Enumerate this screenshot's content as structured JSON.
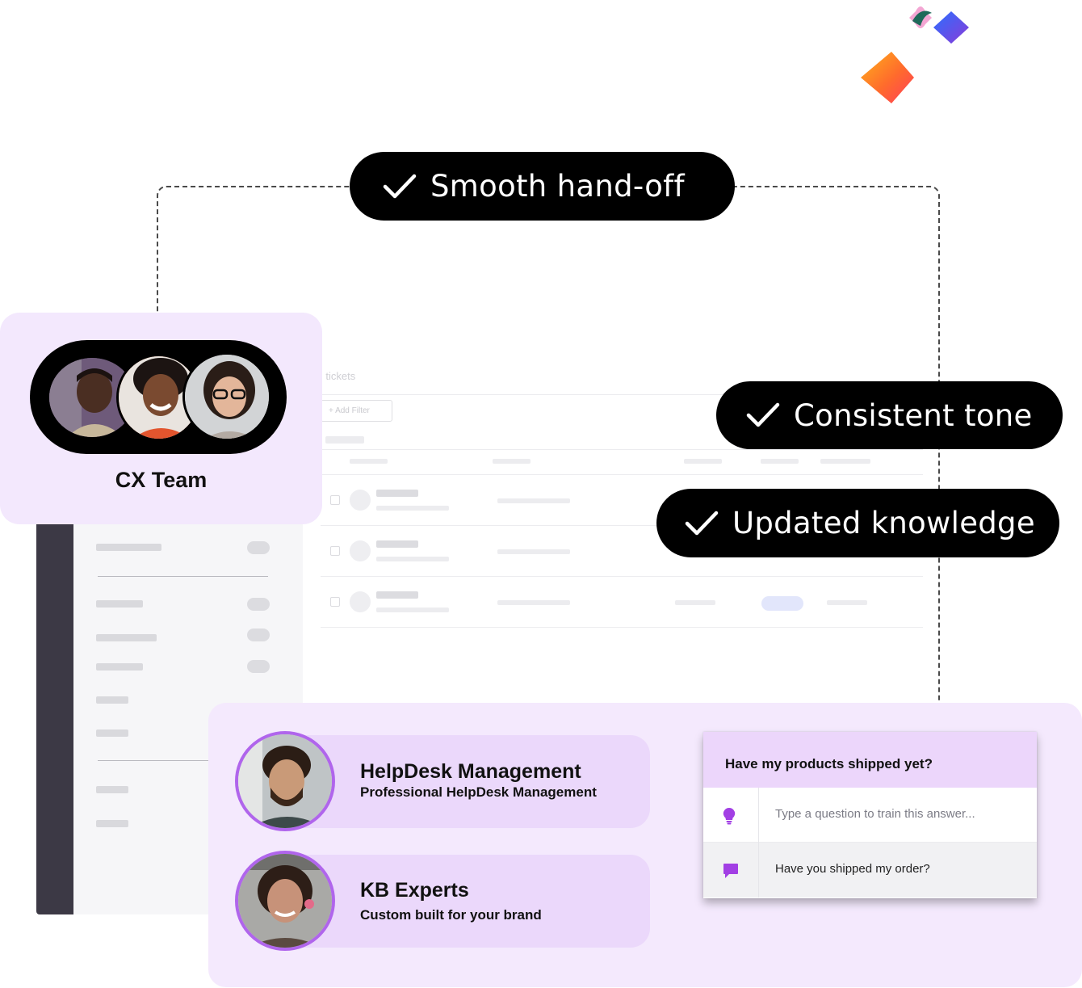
{
  "pills": {
    "handoff": "Smooth hand-off",
    "tone": "Consistent tone",
    "knowledge": "Updated knowledge"
  },
  "app": {
    "title": "ll tickets",
    "add_filter": "+ Add Filter"
  },
  "cx_team": {
    "title": "CX Team"
  },
  "teams": [
    {
      "name": "HelpDesk Management",
      "subtitle": "Professional HelpDesk Management"
    },
    {
      "name": "KB Experts",
      "subtitle": "Custom built for your brand"
    }
  ],
  "chat": {
    "question": "Have my products shipped yet?",
    "placeholder": "Type a question to train this answer...",
    "variant": "Have you shipped my order?"
  },
  "colors": {
    "accent_purple": "#b065ec",
    "panel_lavender": "#f4e9fd",
    "card_lavender": "#ebd8fb",
    "pill_black": "#000000"
  },
  "icons": {
    "check": "check-icon",
    "lightbulb": "lightbulb-icon",
    "chat": "chat-bubble-icon",
    "sparkles": "sparkles-logo"
  }
}
